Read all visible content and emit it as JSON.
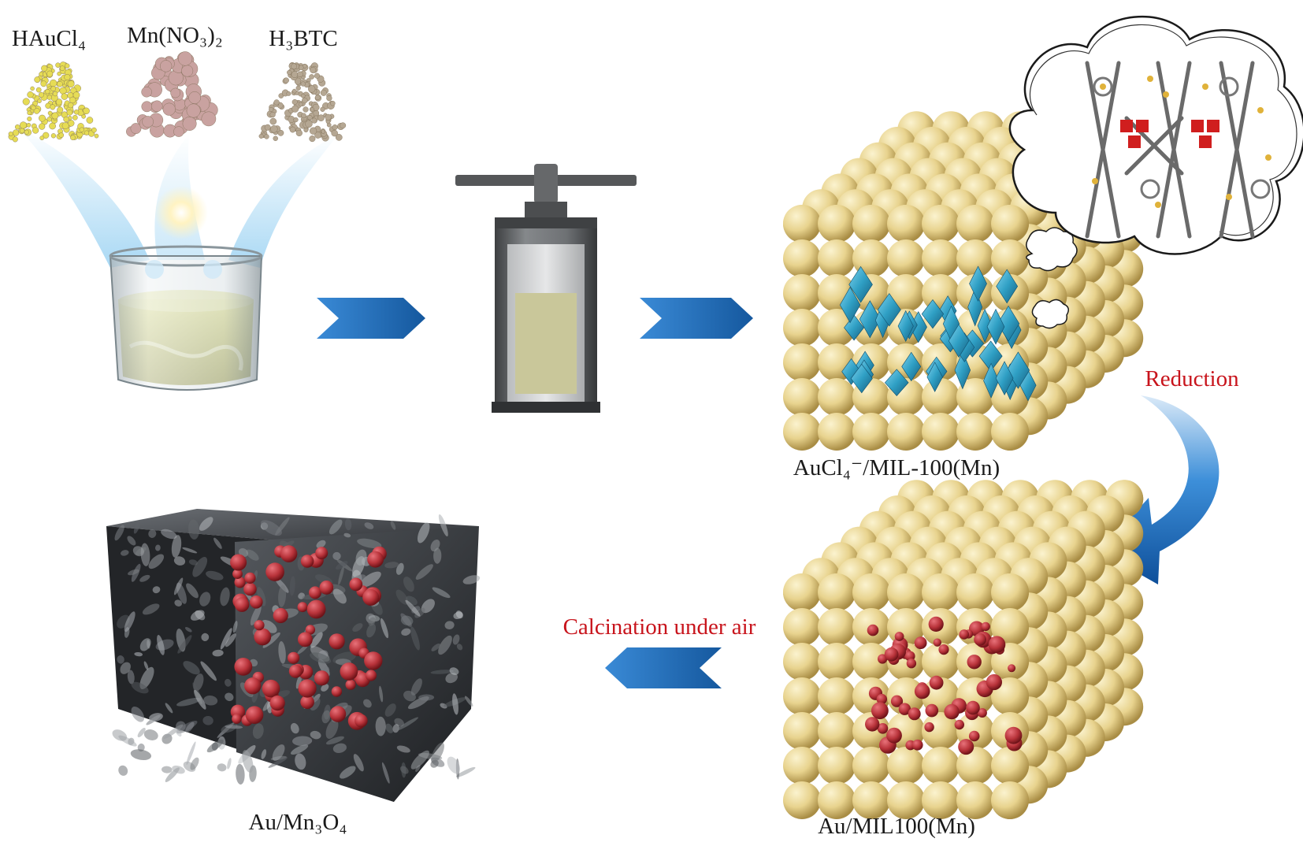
{
  "reagents": [
    {
      "label": "HAuCl₄",
      "color": "#e6dc55"
    },
    {
      "label": "Mn(NO₃)₂",
      "color": "#c9a2a0"
    },
    {
      "label": "H₃BTC",
      "color": "#b5a793"
    }
  ],
  "products": {
    "precursor_label": "AuCl₄⁻/MIL-100(Mn)",
    "reduced_label": "Au/MIL100(Mn)",
    "final_label": "Au/Mn₃O₄"
  },
  "steps": {
    "reduction_label": "Reduction",
    "calcination_label": "Calcination under air"
  },
  "colors": {
    "arrow_blue": "#1f6fbf",
    "label_red": "#c8141c",
    "mof_sphere": "#e6d08c",
    "au_particle": "#b8333a",
    "auCl4_crystal": "#2f9fc4",
    "oxide_dark": "#3a3d42",
    "liquid": "#c8c84a",
    "autoclave": "#5f6163"
  },
  "icons": [
    "beaker-icon",
    "autoclave-icon",
    "mof-cube-icon",
    "oxide-block-icon",
    "curved-arrow-icon"
  ]
}
